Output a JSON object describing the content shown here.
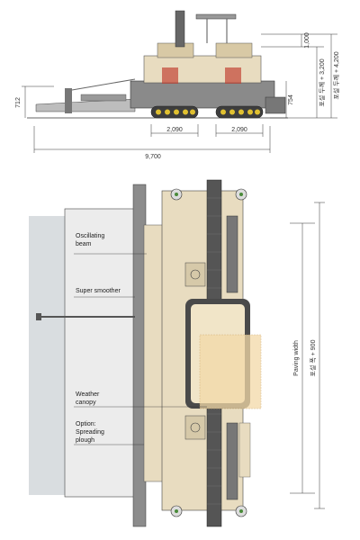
{
  "side_view": {
    "dims": {
      "height_left": "712",
      "height_mid": "754",
      "top_1000": "1,000",
      "paving_3200": "포설 두께 + 3,200",
      "paving_4200": "포설 두께 + 4,200",
      "track_left": "2,090",
      "track_right": "2,090",
      "overall_length": "9,700"
    }
  },
  "top_view": {
    "labels": {
      "oscillating_beam_1": "Oscillating",
      "oscillating_beam_2": "beam",
      "super_smoother": "Super smoother",
      "weather_canopy_1": "Weather",
      "weather_canopy_2": "canopy",
      "option_1": "Option:",
      "option_2": "Spreading",
      "option_3": "plough"
    },
    "dims": {
      "paving_width": "Paving width",
      "paving_width_kr": "포설 폭 + 900"
    }
  },
  "colors": {
    "machine_beige": "#e8dcc0",
    "machine_dark": "#4a4a4a",
    "canopy_orange": "#f3d9a8",
    "ground_gray": "#d9dde0"
  }
}
